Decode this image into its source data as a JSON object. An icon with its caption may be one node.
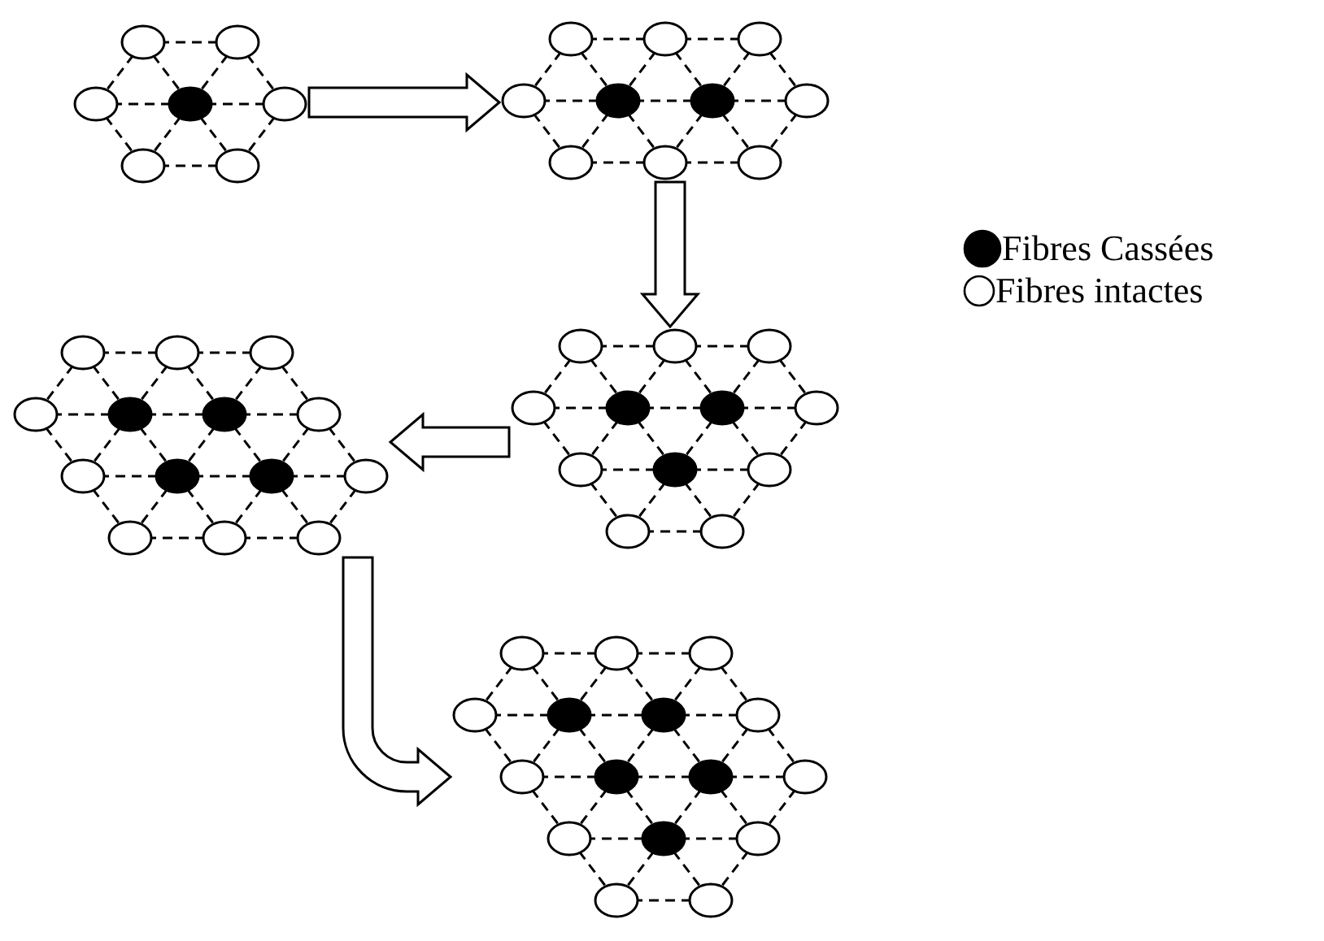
{
  "diagram": {
    "nodes": [
      {
        "text": [],
        "shape": "picture"
      },
      {
        "text": [],
        "shape": "picture"
      },
      {
        "text": [],
        "shape": "picture"
      },
      {
        "text": [],
        "shape": "picture"
      },
      {
        "text": [],
        "shape": "picture"
      }
    ],
    "edges": [
      {
        "from": 0,
        "to": 1,
        "arrow": "to"
      },
      {
        "from": 1,
        "to": 2,
        "arrow": "to"
      },
      {
        "from": 2,
        "to": 3,
        "arrow": "to"
      },
      {
        "from": 3,
        "to": 4,
        "arrow": "to"
      }
    ],
    "legend": [
      {
        "text": "Fibres Cassées"
      },
      {
        "text": "Fibres intactes"
      }
    ]
  }
}
